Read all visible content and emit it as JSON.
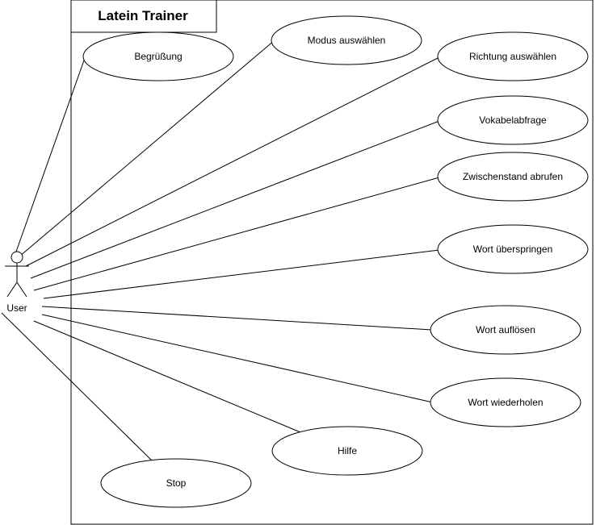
{
  "system": {
    "title": "Latein Trainer"
  },
  "actor": {
    "label": "User"
  },
  "use_cases": [
    {
      "id": "begruessung",
      "label": "Begrüßung"
    },
    {
      "id": "modus-auswaehlen",
      "label": "Modus auswählen"
    },
    {
      "id": "richtung-auswaehlen",
      "label": "Richtung auswählen"
    },
    {
      "id": "vokabelabfrage",
      "label": "Vokabelabfrage"
    },
    {
      "id": "zwischenstand-abrufen",
      "label": "Zwischenstand abrufen"
    },
    {
      "id": "wort-ueberspringen",
      "label": "Wort überspringen"
    },
    {
      "id": "wort-aufloesen",
      "label": "Wort auflösen"
    },
    {
      "id": "wort-wiederholen",
      "label": "Wort wiederholen"
    },
    {
      "id": "hilfe",
      "label": "Hilfe"
    },
    {
      "id": "stop",
      "label": "Stop"
    }
  ]
}
